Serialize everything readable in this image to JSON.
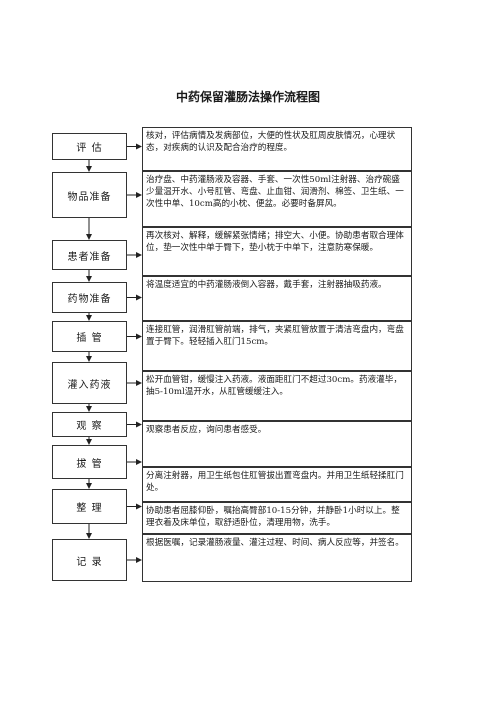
{
  "title": "中药保留灌肠法操作流程图",
  "steps": [
    {
      "label": "评 估",
      "desc": "核对，评估病情及发病部位，大便的性状及肛周皮肤情况，心理状态，对疾病的认识及配合治疗的程度。"
    },
    {
      "label": "物品准备",
      "desc": "治疗盘、中药灌肠液及容器、手套、一次性50ml注射器、治疗碗盛少量温开水、小号肛管、弯盘、止血钳、润滑剂、棉签、卫生纸、一次性中单、10cm高的小枕、便盆。必要时备屏风。"
    },
    {
      "label": "患者准备",
      "desc": "再次核对、解释，缓解紧张情绪；排空大、小便。协助患者取合理体位，垫一次性中单于臀下，垫小枕于中单下，注意防寒保暖。"
    },
    {
      "label": "药物准备",
      "desc": "将温度适宜的中药灌肠液倒入容器，戴手套，注射器抽吸药液。"
    },
    {
      "label": "插 管",
      "desc": "连接肛管，润滑肛管前端，排气，夹紧肛管放置于清洁弯盘内，弯盘置于臀下。轻轻插入肛门15cm。"
    },
    {
      "label": "灌入药液",
      "desc": "松开血管钳，缓慢注入药液。液面距肛门不超过30cm。药液灌毕，抽5-10ml温开水，从肛管缓缓注入。"
    },
    {
      "label": "观 察",
      "desc": "观察患者反应，询问患者感受。"
    },
    {
      "label": "拔 管",
      "desc": "分离注射器，用卫生纸包住肛管拔出置弯盘内。并用卫生纸轻揉肛门处。"
    },
    {
      "label": "整 理",
      "desc": " 协助患者屈膝仰卧，嘱抬高臀部10-15分钟，并静卧1小时以上。整理衣着及床单位，取舒适卧位，清理用物，洗手。"
    },
    {
      "label": "记 录",
      "desc": "根据医嘱，记录灌肠液量、灌注过程、时间、病人反应等，并签名。"
    }
  ]
}
